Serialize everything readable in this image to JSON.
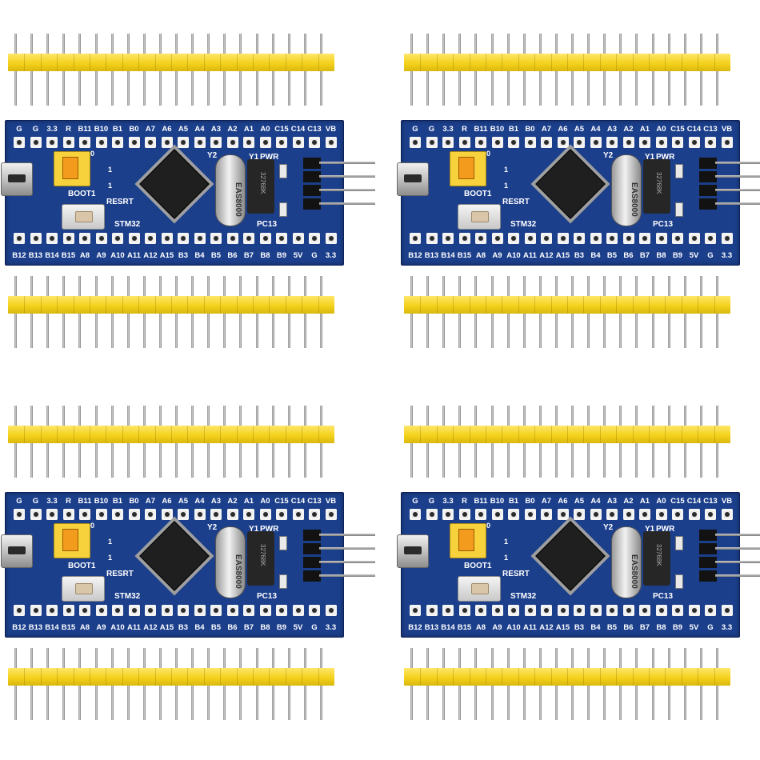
{
  "image": {
    "subject": "4x STM32 blue pill development boards with yellow pin headers",
    "colors": {
      "pcb": "#1c3f8c",
      "header_plastic": "#f4d21c",
      "background": "#ffffff"
    }
  },
  "boards": [
    {
      "id": "board-1"
    },
    {
      "id": "board-2"
    },
    {
      "id": "board-3"
    },
    {
      "id": "board-4"
    }
  ],
  "board_text": {
    "top_pins": [
      "G",
      "G",
      "3.3",
      "R",
      "B11",
      "B10",
      "B1",
      "B0",
      "A7",
      "A6",
      "A5",
      "A4",
      "A3",
      "A2",
      "A1",
      "A0",
      "C15",
      "C14",
      "C13",
      "VB"
    ],
    "bottom_pins": [
      "B12",
      "B13",
      "B14",
      "B15",
      "A8",
      "A9",
      "A10",
      "A11",
      "A12",
      "A15",
      "B3",
      "B4",
      "B5",
      "B6",
      "B7",
      "B8",
      "B9",
      "5V",
      "G",
      "3.3"
    ],
    "boot_label": "BOOT1",
    "reset_label": "RESRT",
    "mcu_label": "STM32",
    "crystal_label": "EAS8000",
    "rtc_crystal_label": "32768K",
    "crystal_ref": "Y2",
    "rtc_ref": "Y1",
    "power_led_label": "PWR",
    "user_led_label": "PC13",
    "jumper_zero": "0",
    "jumper_one_a": "1",
    "jumper_one_b": "1"
  },
  "header_pin_count": 20
}
